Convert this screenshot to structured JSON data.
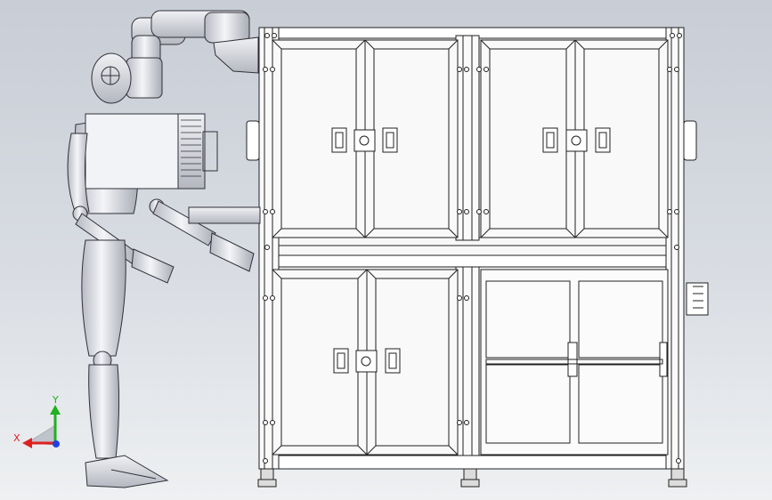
{
  "triad": {
    "x_label": "X",
    "y_label": "Y",
    "x_color": "#e02020",
    "y_color": "#20b020",
    "z_color": "#2040e0"
  },
  "colors": {
    "background_top": "#c8cdd6",
    "background_bottom": "#eef0f2",
    "line": "#202020",
    "robot_fill": "#e8e9ee"
  },
  "scene": {
    "objects": [
      "humanoid-robot",
      "equipment-cabinet"
    ],
    "cabinet_upper_doors": 4,
    "cabinet_lower_left_doors": 2,
    "cabinet_lower_right_glass_panels": 4
  }
}
